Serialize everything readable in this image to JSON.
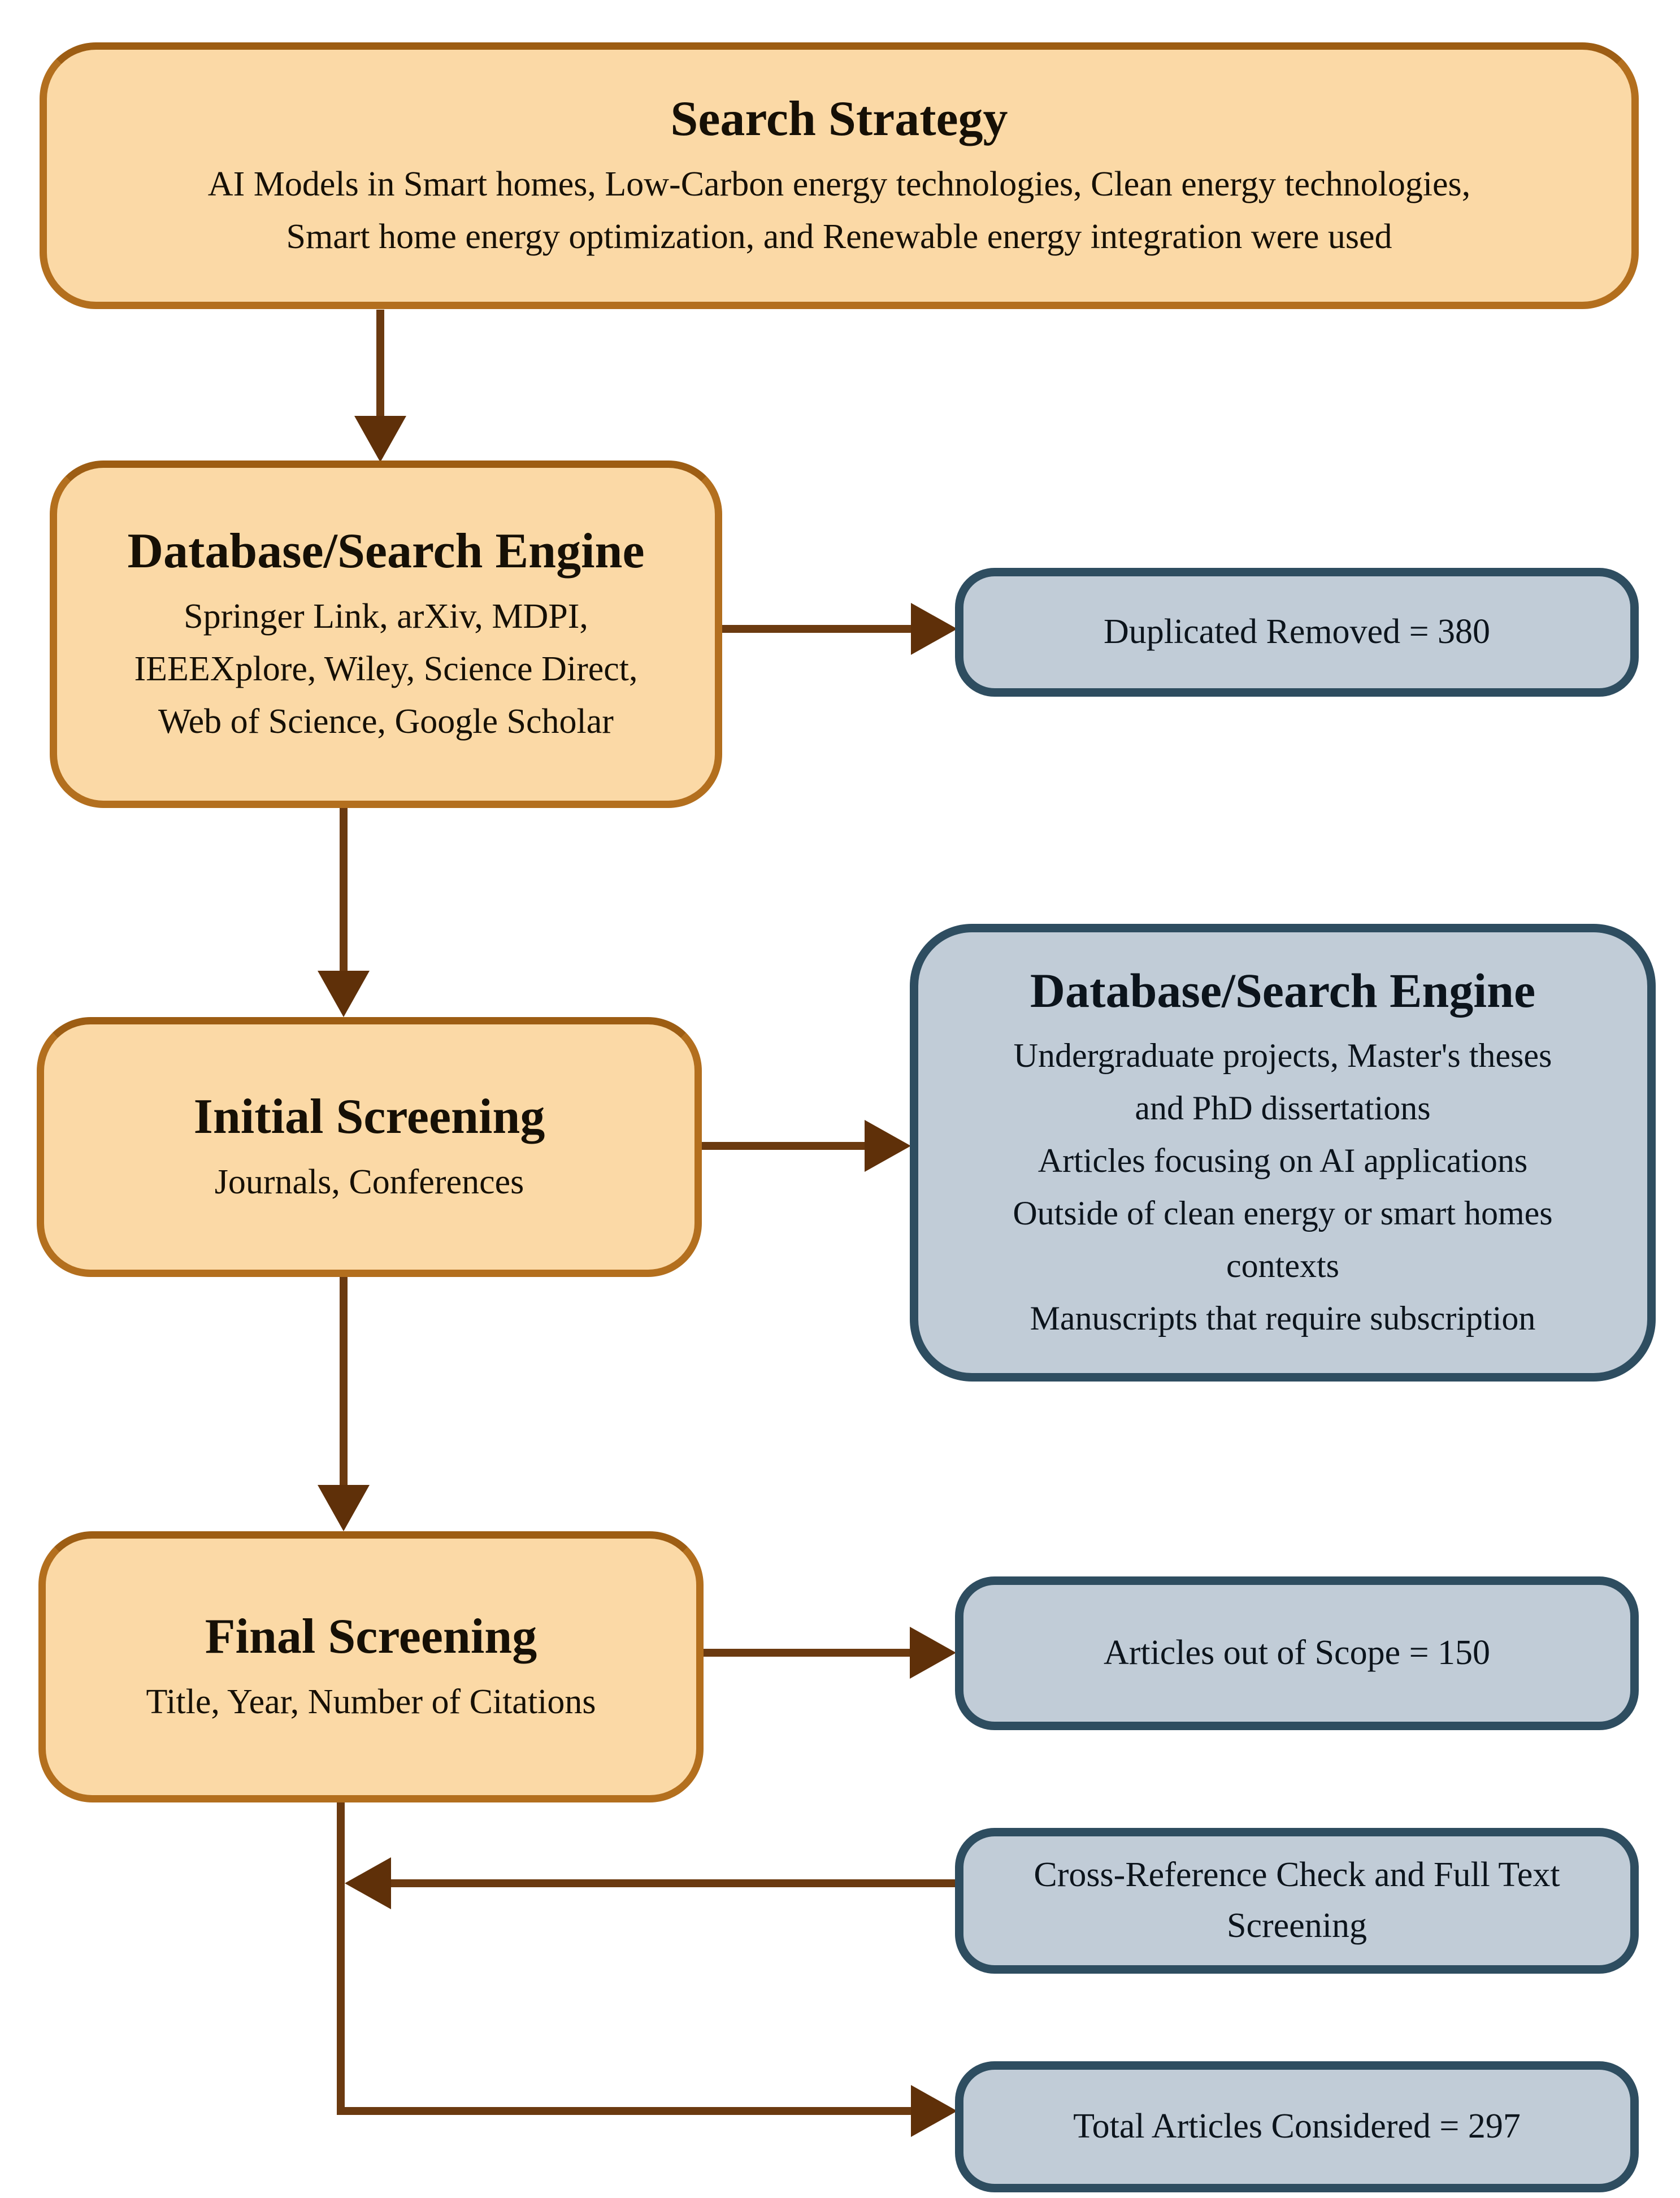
{
  "flow": {
    "search": {
      "title": "Search Strategy",
      "lines": [
        "AI Models in Smart homes, Low-Carbon energy technologies, Clean energy technologies,",
        "Smart home energy optimization, and Renewable energy integration were used"
      ]
    },
    "database": {
      "title": "Database/Search Engine",
      "lines": [
        "Springer Link, arXiv, MDPI,",
        "IEEEXplore, Wiley, Science Direct,",
        "Web of Science, Google Scholar"
      ]
    },
    "duplicated": {
      "label": "Duplicated Removed = 380"
    },
    "initial": {
      "title": "Initial Screening",
      "lines": [
        "Journals, Conferences"
      ]
    },
    "exclusion": {
      "title": "Database/Search Engine",
      "lines": [
        "Undergraduate projects, Master's theses",
        "and PhD dissertations",
        "Articles focusing on AI applications",
        "Outside of clean energy or smart homes",
        "contexts",
        "Manuscripts that require subscription"
      ]
    },
    "final": {
      "title": "Final Screening",
      "lines": [
        "Title, Year, Number of Citations"
      ]
    },
    "scope": {
      "label": "Articles out of Scope = 150"
    },
    "cross": {
      "lines": [
        "Cross-Reference Check and Full Text",
        "Screening"
      ]
    },
    "total": {
      "label": "Total Articles Considered = 297"
    },
    "colors": {
      "process_fill": "#fbd9a6",
      "process_border": "#b36f1e",
      "result_fill": "#c1ccd7",
      "result_border": "#2e4d60",
      "arrow": "#6b3a10"
    }
  }
}
